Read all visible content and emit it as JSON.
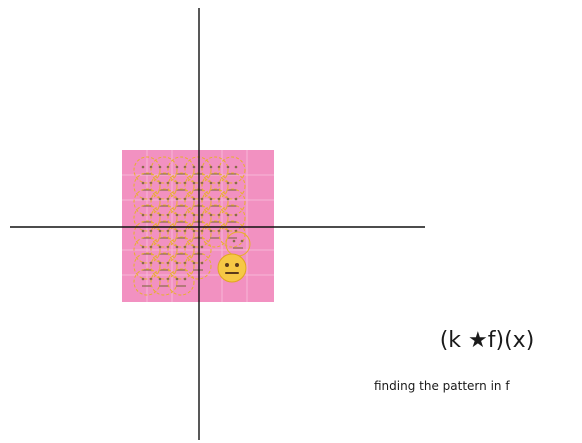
{
  "diagram": {
    "formula": {
      "prefix": "(k ",
      "star": "★",
      "suffix": "f)(x)"
    },
    "caption": "finding the pattern in f",
    "colors": {
      "panel": "#f291c1",
      "face_fill": "#f6c845",
      "face_outline": "#e8b02a",
      "axis": "#111111"
    },
    "icons": [
      "neutral-face-icon",
      "neutral-face-outline-icon"
    ]
  }
}
